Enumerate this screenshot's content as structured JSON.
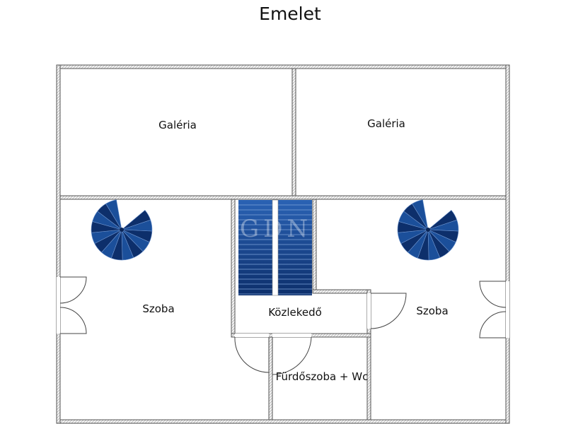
{
  "floor_title": "Emelet",
  "rooms": {
    "galeria_left": "Galéria",
    "galeria_right": "Galéria",
    "szoba_left": "Szoba",
    "szoba_right": "Szoba",
    "kozlekedo": "Közlekedő",
    "furdoszoba": "Fürdőszoba + Wc"
  },
  "watermark": "GDN",
  "colors": {
    "wall": "#555555",
    "wall_fill": "#eeeeee",
    "stair_blue": "#1b4f9a",
    "stair_dark": "#0d2f6b"
  }
}
